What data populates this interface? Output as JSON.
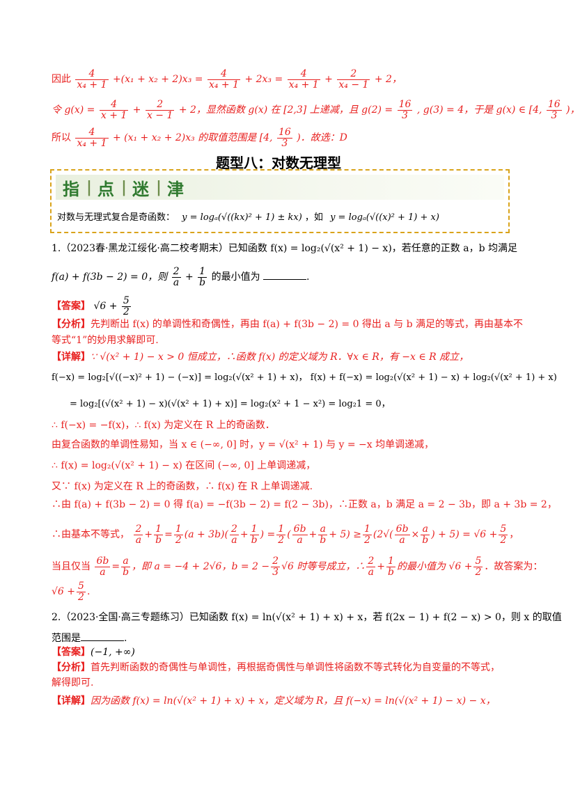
{
  "header_lines": {
    "l1_prefix": "因此",
    "l1_mid": "+(x₁ + x₂ + 2)x₃ =",
    "l1_mid2": "+ 2x₃ =",
    "l1_end": "+ 2，",
    "l2_prefix": "令 g(x) =",
    "l2_mid": "+ 2，显然函数 g(x) 在 [2,3] 上递减，且 g(2) =",
    "l2_mid2": ", g(3) = 4，于是 g(x) ∈ [4,",
    "l2_end": ")，",
    "l3_prefix": "所以",
    "l3_mid": "+ (x₁ + x₂ + 2)x₃ 的取值范围是 [4,",
    "l3_end": ")．故选：D"
  },
  "section_title": "题型八：对数无理型",
  "tip": {
    "chars": [
      "指",
      "点",
      "迷",
      "津"
    ],
    "text": "对数与无理式复合是奇函数：",
    "formula1": "y = logₐ(√((kx)² + 1) ± kx)",
    "sep": "，如",
    "formula2": "y = logₐ(√((x)² + 1) + x)"
  },
  "q1": {
    "stem1": "1.（2023春·黑龙江绥化·高二校考期末）已知函数 f(x) = log₂(√(x² + 1) − x)，若任意的正数 a，b 均满足",
    "stem2a": "f(a) + f(3b − 2) = 0，则",
    "stem2b": "的最小值为",
    "stem2c": ".",
    "answer_label": "【答案】",
    "answer": "√6 +",
    "analysis_label": "【分析】",
    "analysis1": "先判断出 f(x) 的单调性和奇偶性，再由 f(a) + f(3b − 2) = 0 得出 a 与 b 满足的等式，再由基本不",
    "analysis2": "等式“1”的妙用求解即可.",
    "detail_label": "【详解】",
    "d1": "∵ √(x² + 1) − x > 0 恒成立，∴函数 f(x) 的定义域为 R．∀x ∈ R，有 −x ∈ R 成立，",
    "d2": "f(−x) = log₂[√((−x)² + 1) − (−x)] = log₂(√(x² + 1) + x)，  f(x) + f(−x) = log₂(√(x² + 1) − x) + log₂(√(x² + 1) + x)",
    "d3": "= log₂[(√(x² + 1) − x)(√(x² + 1) + x)] = log₂(x² + 1 − x²) = log₂1 = 0，",
    "d4": "∴ f(−x) = −f(x)，∴ f(x) 为定义在 R 上的奇函数．",
    "d5": "由复合函数的单调性易知，当 x ∈ (−∞, 0] 时，y = √(x² + 1) 与 y = −x 均单调递减，",
    "d6": "∴ f(x) = log₂(√(x² + 1) − x) 在区间 (−∞, 0] 上单调递减，",
    "d7": "又∵ f(x) 为定义在 R 上的奇函数，∴ f(x) 在 R 上单调递减.",
    "d8": "∴由 f(a) + f(3b − 2) = 0 得 f(a) = −f(3b − 2) = f(2 − 3b)，∴正数 a，b 满足 a = 2 − 3b，即 a + 3b = 2，",
    "d9": "∴由基本不等式，",
    "d9b": "(a + 3b)",
    "d9c": "√6 +",
    "d10a": "当且仅当",
    "d10b": "，即 a = −4 + 2√6，b = 2 −",
    "d10c": "√6 时等号成立，∴",
    "d10d": "的最小值为 √6 +",
    "d10e": "．故答案为：",
    "d11": "√6 +"
  },
  "q2": {
    "stem1": "2.（2023·全国·高三专题练习）已知函数 f(x) = ln(√(x² + 1) + x) + x，若 f(2x − 1) + f(2 − x) > 0，则 x 的取值",
    "stem2": "范围是",
    "stem2c": ".",
    "answer_label": "【答案】",
    "answer": "(−1, +∞)",
    "analysis_label": "【分析】",
    "analysis1": "首先判断函数的奇偶性与单调性，再根据奇偶性与单调性将函数不等式转化为自变量的不等式，",
    "analysis2": "解得即可.",
    "detail_label": "【详解】",
    "d1": "因为函数 f(x) = ln(√(x² + 1) + x) + x，定义域为 R，且 f(−x) = ln(√(x² + 1) − x) − x，"
  },
  "fractions": {
    "f4_x4p1": {
      "num": "4",
      "den": "x₄ + 1"
    },
    "f2_x4m1": {
      "num": "2",
      "den": "x₄ − 1"
    },
    "f4_xp1": {
      "num": "4",
      "den": "x + 1"
    },
    "f2_xm1": {
      "num": "2",
      "den": "x − 1"
    },
    "f16_3": {
      "num": "16",
      "den": "3"
    },
    "f2_a": {
      "num": "2",
      "den": "a"
    },
    "f1_b": {
      "num": "1",
      "den": "b"
    },
    "f5_2": {
      "num": "5",
      "den": "2"
    },
    "f1_2": {
      "num": "1",
      "den": "2"
    },
    "f6b_a": {
      "num": "6b",
      "den": "a"
    },
    "fa_b": {
      "num": "a",
      "den": "b"
    },
    "f2_3": {
      "num": "2",
      "den": "3"
    }
  },
  "colors": {
    "red": "#e8201f",
    "tip_border": "#d9a31a",
    "tip_green": "#2f7a2f"
  }
}
